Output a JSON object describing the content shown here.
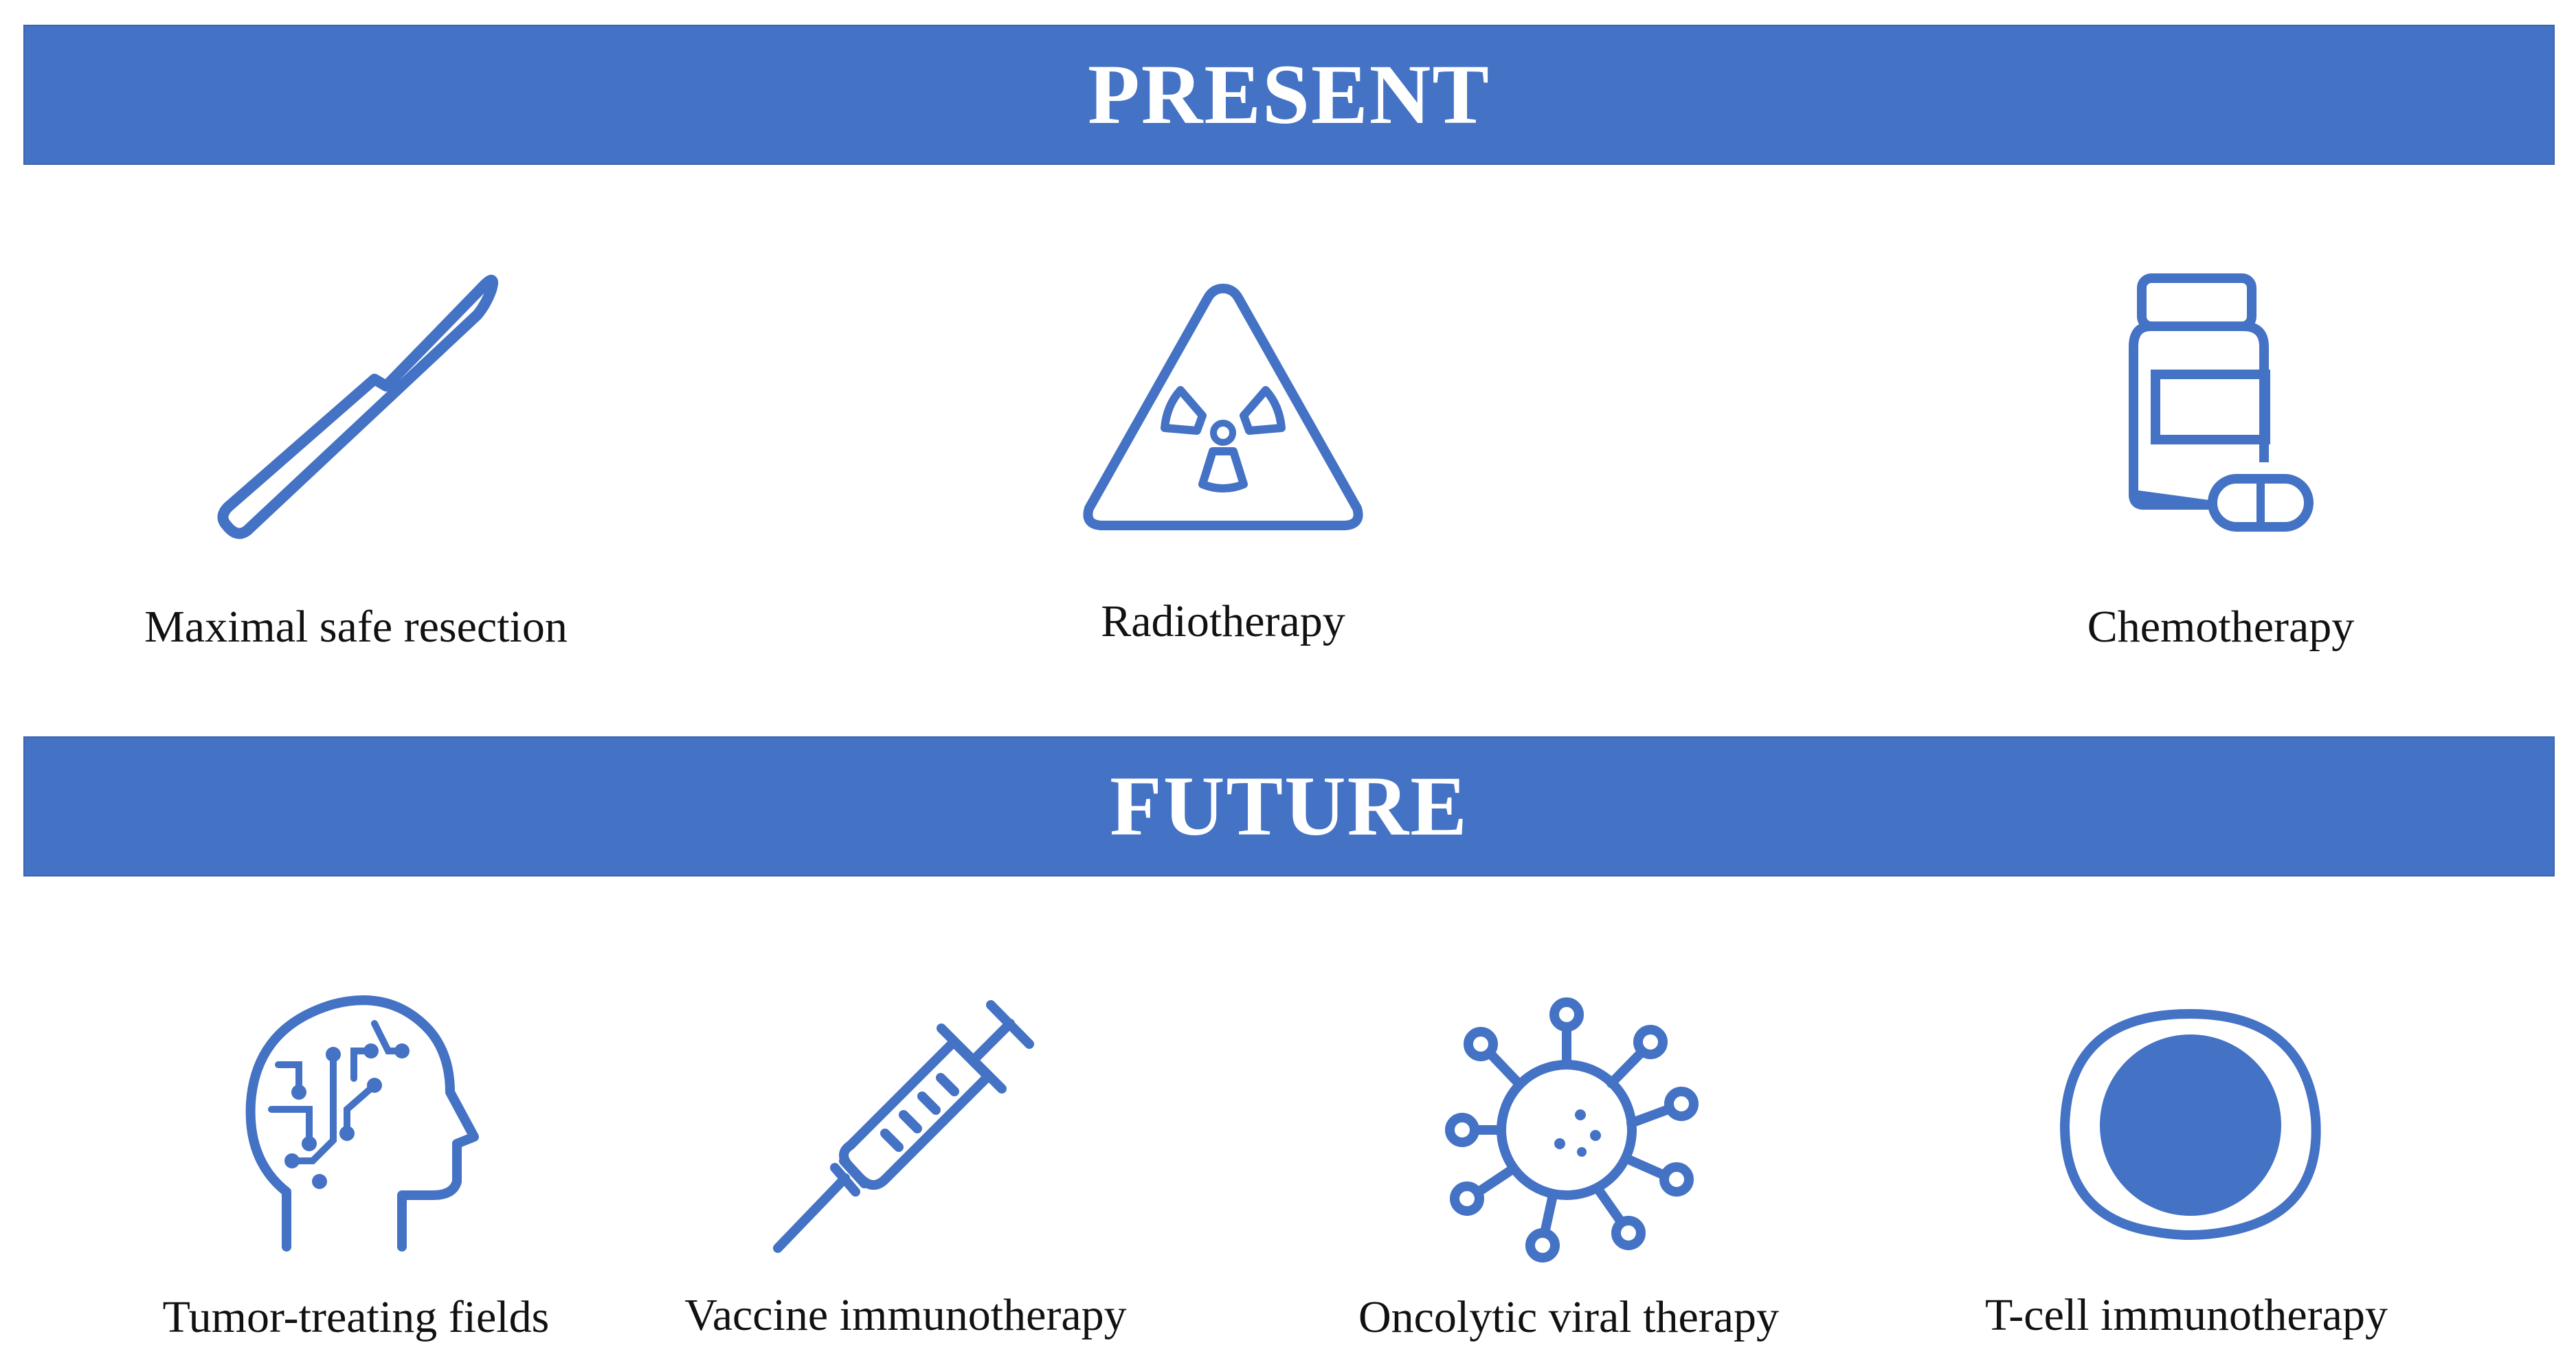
{
  "sections": {
    "present": {
      "title": "PRESENT",
      "items": [
        {
          "label": "Maximal safe resection",
          "icon": "scalpel-icon"
        },
        {
          "label": "Radiotherapy",
          "icon": "radiation-hazard-icon"
        },
        {
          "label": "Chemotherapy",
          "icon": "pill-bottle-icon"
        }
      ]
    },
    "future": {
      "title": "FUTURE",
      "items": [
        {
          "label": "Tumor-treating fields",
          "icon": "brain-circuit-head-icon"
        },
        {
          "label": "Vaccine immunotherapy",
          "icon": "syringe-icon"
        },
        {
          "label": "Oncolytic viral therapy",
          "icon": "virus-icon"
        },
        {
          "label": "T-cell immunotherapy",
          "icon": "t-cell-icon"
        }
      ]
    }
  },
  "colors": {
    "banner": "#4472c4",
    "icon": "#4472c4",
    "banner_text": "#ffffff",
    "label_text": "#111111"
  }
}
